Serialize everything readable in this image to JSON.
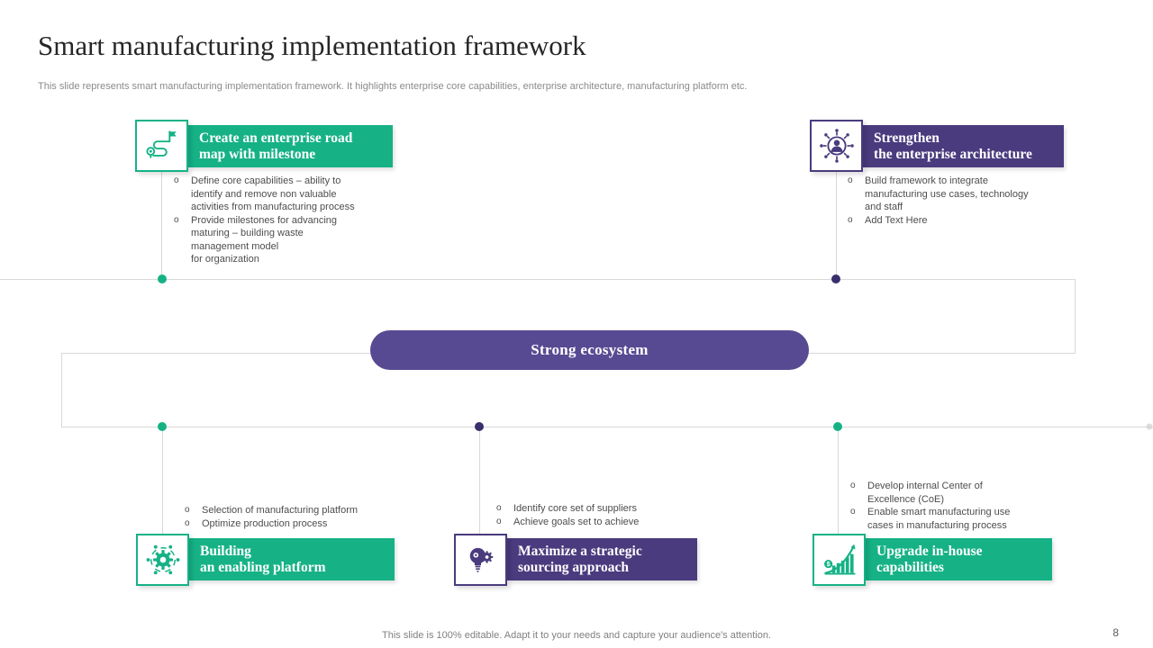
{
  "slide": {
    "title": "Smart manufacturing implementation framework",
    "subtitle": "This slide represents smart manufacturing implementation framework. It highlights enterprise core capabilities, enterprise architecture, manufacturing platform etc.",
    "footer_note": "This slide is 100% editable. Adapt it to your needs and capture your audience's attention.",
    "page_number": "8"
  },
  "ecosystem_pill": {
    "label": "Strong ecosystem"
  },
  "ui": {
    "bullet_marker": "o"
  },
  "colors": {
    "green": "#16B286",
    "purple": "#4A3B7E",
    "pill_purple": "#584A92",
    "connector_line": "#D9D9D9",
    "dark_node_dot": "#3A2E6E"
  },
  "cards": {
    "roadmap": {
      "icon": "roadmap-icon",
      "title": "Create an enterprise road\nmap with milestone",
      "bullets": [
        "Define core capabilities – ability to\nidentify and remove non valuable\nactivities from manufacturing process",
        "Provide milestones for advancing\nmaturing – building waste\nmanagement model\nfor organization"
      ]
    },
    "architecture": {
      "icon": "person-network-icon",
      "title": "Strengthen\nthe enterprise architecture",
      "bullets": [
        "Build framework to integrate\nmanufacturing use cases, technology\nand staff",
        "Add Text Here"
      ]
    },
    "platform": {
      "icon": "gear-network-icon",
      "title": "Building\nan enabling platform",
      "bullets": [
        "Selection of manufacturing platform",
        "Optimize production process"
      ]
    },
    "sourcing": {
      "icon": "bulb-gear-icon",
      "title": "Maximize a strategic\nsourcing approach",
      "bullets": [
        "Identify core set of suppliers",
        "Achieve goals set to achieve"
      ]
    },
    "inhouse": {
      "icon": "growth-chart-icon",
      "title": "Upgrade in-house\ncapabilities",
      "bullets": [
        "Develop internal Center of\nExcellence (CoE)",
        "Enable smart manufacturing use\ncases in manufacturing process"
      ]
    }
  }
}
